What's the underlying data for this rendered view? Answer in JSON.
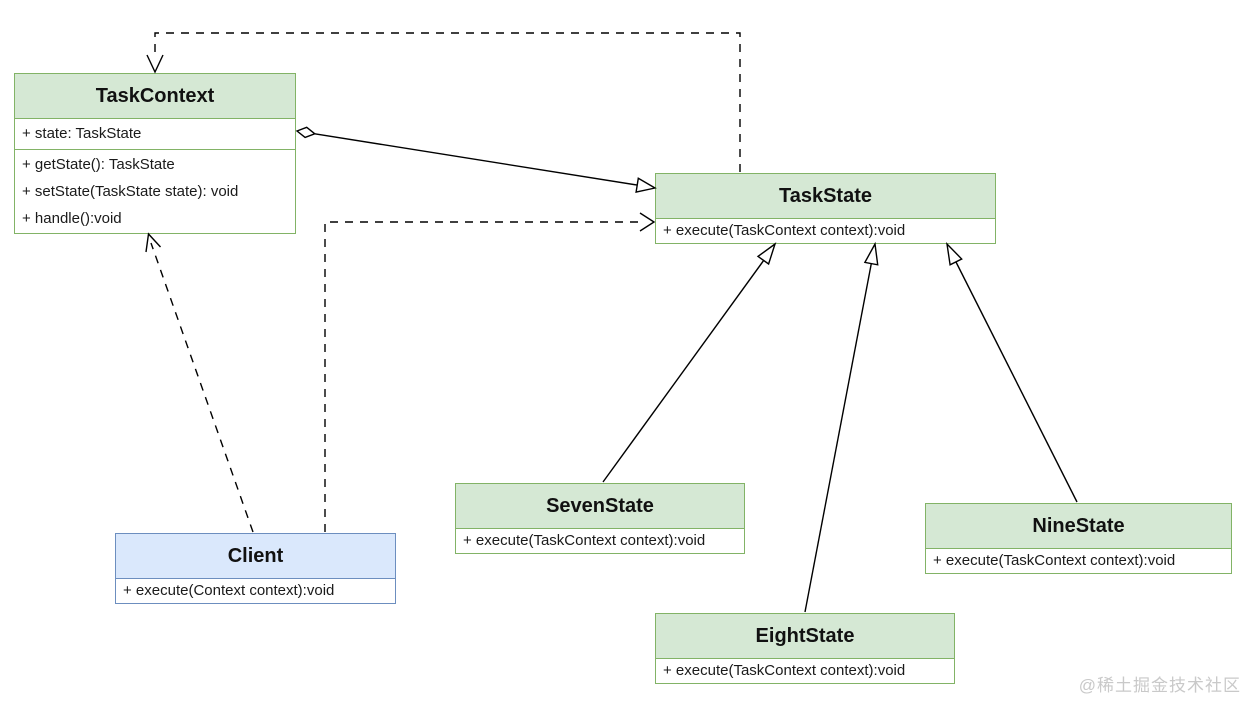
{
  "watermark": {
    "text": "@稀土掘金技术社区"
  },
  "colors": {
    "green_fill": "#d5e8d4",
    "green_border": "#82b366",
    "blue_fill": "#dae8fc",
    "blue_border": "#6c8ebf",
    "line": "#000000",
    "background": "#ffffff",
    "watermark_text": "#c9c9c9"
  },
  "classes": {
    "task_context": {
      "name": "TaskContext",
      "attributes": [
        "+ state: TaskState"
      ],
      "methods": [
        "+ getState(): TaskState",
        "+ setState(TaskState state): void",
        "+ handle():void"
      ]
    },
    "task_state": {
      "name": "TaskState",
      "methods": [
        "+ execute(TaskContext context):void"
      ]
    },
    "seven_state": {
      "name": "SevenState",
      "methods": [
        "+ execute(TaskContext context):void"
      ]
    },
    "eight_state": {
      "name": "EightState",
      "methods": [
        "+ execute(TaskContext context):void"
      ]
    },
    "nine_state": {
      "name": "NineState",
      "methods": [
        "+ execute(TaskContext context):void"
      ]
    },
    "client": {
      "name": "Client",
      "methods": [
        "+ execute(Context context):void"
      ]
    }
  },
  "relationships": [
    {
      "from": "TaskState",
      "to": "TaskContext",
      "type": "dependency",
      "line": "dashed",
      "head": "open-arrow"
    },
    {
      "from": "TaskContext",
      "to": "TaskState",
      "type": "aggregation",
      "line": "solid",
      "tail": "hollow-diamond",
      "head": "hollow-triangle"
    },
    {
      "from": "Client",
      "to": "TaskContext",
      "type": "dependency",
      "line": "dashed",
      "head": "open-arrow"
    },
    {
      "from": "Client",
      "to": "TaskState",
      "type": "dependency",
      "line": "dashed",
      "head": "open-arrow"
    },
    {
      "from": "SevenState",
      "to": "TaskState",
      "type": "generalization",
      "line": "solid",
      "head": "hollow-triangle"
    },
    {
      "from": "EightState",
      "to": "TaskState",
      "type": "generalization",
      "line": "solid",
      "head": "hollow-triangle"
    },
    {
      "from": "NineState",
      "to": "TaskState",
      "type": "generalization",
      "line": "solid",
      "head": "hollow-triangle"
    }
  ]
}
